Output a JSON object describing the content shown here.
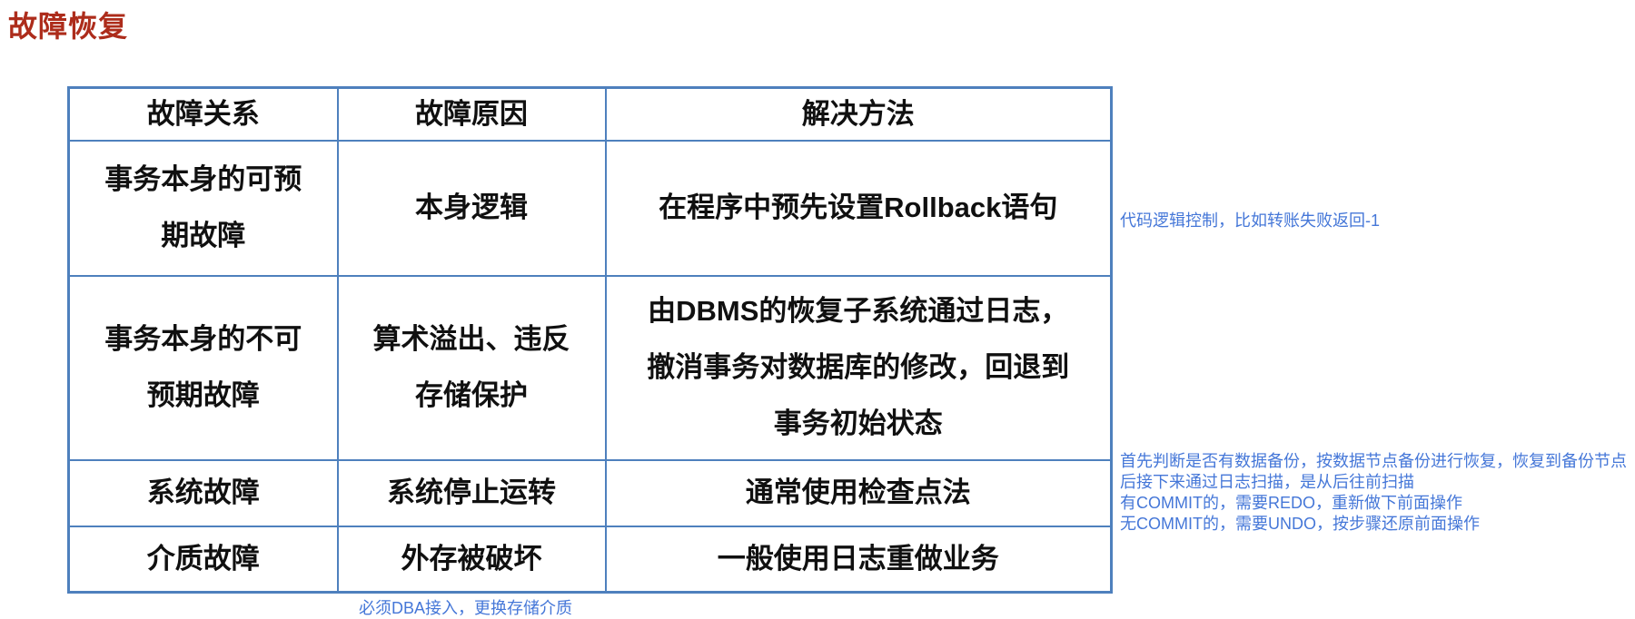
{
  "title": "故障恢复",
  "colors": {
    "title": "#ad2c1b",
    "table_border": "#4e80bd",
    "cell_text": "#101010",
    "annotation": "#4577d8"
  },
  "table": {
    "headers": {
      "relation": "故障关系",
      "cause": "故障原因",
      "solution": "解决方法"
    },
    "rows": [
      {
        "relation": "事务本身的可预\n期故障",
        "cause": "本身逻辑",
        "solution": "在程序中预先设置Rollback语句"
      },
      {
        "relation": "事务本身的不可\n预期故障",
        "cause": "算术溢出、违反\n存储保护",
        "solution": "由DBMS的恢复子系统通过日志，\n撤消事务对数据库的修改，回退到\n事务初始状态"
      },
      {
        "relation": "系统故障",
        "cause": "系统停止运转",
        "solution": "通常使用检查点法"
      },
      {
        "relation": "介质故障",
        "cause": "外存被破坏",
        "solution": "一般使用日志重做业务"
      }
    ]
  },
  "annotations": {
    "rollback_note": "代码逻辑控制，比如转账失败返回-1",
    "system_fault_notes": [
      "首先判断是否有数据备份，按数据节点备份进行恢复，恢复到备份节点",
      "后接下来通过日志扫描，是从后往前扫描",
      "有COMMIT的，需要REDO，重新做下前面操作",
      "无COMMIT的，需要UNDO，按步骤还原前面操作"
    ],
    "media_fault_note": "必须DBA接入，更换存储介质"
  }
}
